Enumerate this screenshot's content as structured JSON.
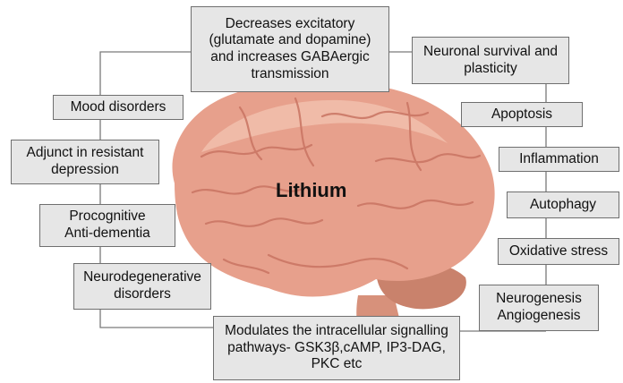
{
  "center": {
    "label": "Lithium"
  },
  "brain": {
    "icon": "brain-illustration",
    "colors": {
      "base": "#e7a08c",
      "shade": "#c97462",
      "light": "#f4c6b3",
      "cerebellum": "#c9826c",
      "stem": "#d7917b"
    }
  },
  "colors": {
    "box_fill": "#e6e6e6",
    "box_border": "#6f6f6f",
    "line": "#7a7a7a",
    "text": "#111111"
  },
  "boxes": {
    "glutamate": "Decreases excitatory (glutamate and dopamine) and increases GABAergic transmission",
    "mood": "Mood disorders",
    "adjunct": "Adjunct in resistant depression",
    "procognitive_1": "Procognitive",
    "procognitive_2": "Anti-dementia",
    "neurodegenerative": "Neurodegenerative disorders",
    "signalling": "Modulates the intracellular signalling pathways- GSK3β,cAMP, IP3-DAG, PKC etc",
    "survival": "Neuronal survival and plasticity",
    "apoptosis": "Apoptosis",
    "inflammation": "Inflammation",
    "autophagy": "Autophagy",
    "oxidative": "Oxidative stress",
    "neurogenesis_1": "Neurogenesis",
    "neurogenesis_2": "Angiogenesis"
  }
}
